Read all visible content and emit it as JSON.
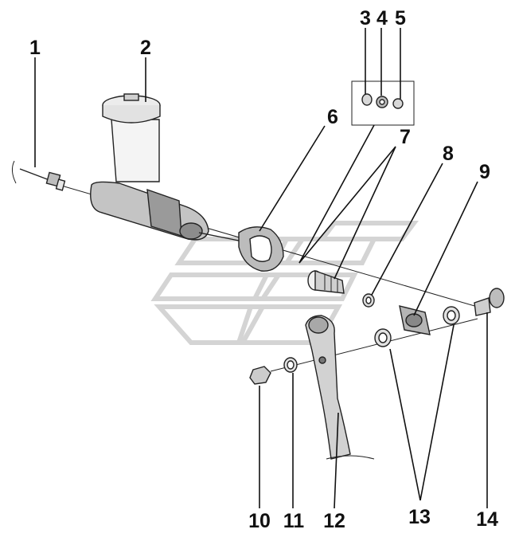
{
  "diagram": {
    "callouts": [
      {
        "id": "1",
        "label": "1"
      },
      {
        "id": "2",
        "label": "2"
      },
      {
        "id": "3",
        "label": "3"
      },
      {
        "id": "4",
        "label": "4"
      },
      {
        "id": "5",
        "label": "5"
      },
      {
        "id": "6",
        "label": "6"
      },
      {
        "id": "7",
        "label": "7"
      },
      {
        "id": "8",
        "label": "8"
      },
      {
        "id": "9",
        "label": "9"
      },
      {
        "id": "10",
        "label": "10"
      },
      {
        "id": "11",
        "label": "11"
      },
      {
        "id": "12",
        "label": "12"
      },
      {
        "id": "13",
        "label": "13"
      },
      {
        "id": "14",
        "label": "14"
      }
    ],
    "colors": {
      "ink": "#111111",
      "watermark": "#d4d4d4",
      "part_fill": "#e8e8e8",
      "part_shade": "#9a9a9a"
    }
  }
}
